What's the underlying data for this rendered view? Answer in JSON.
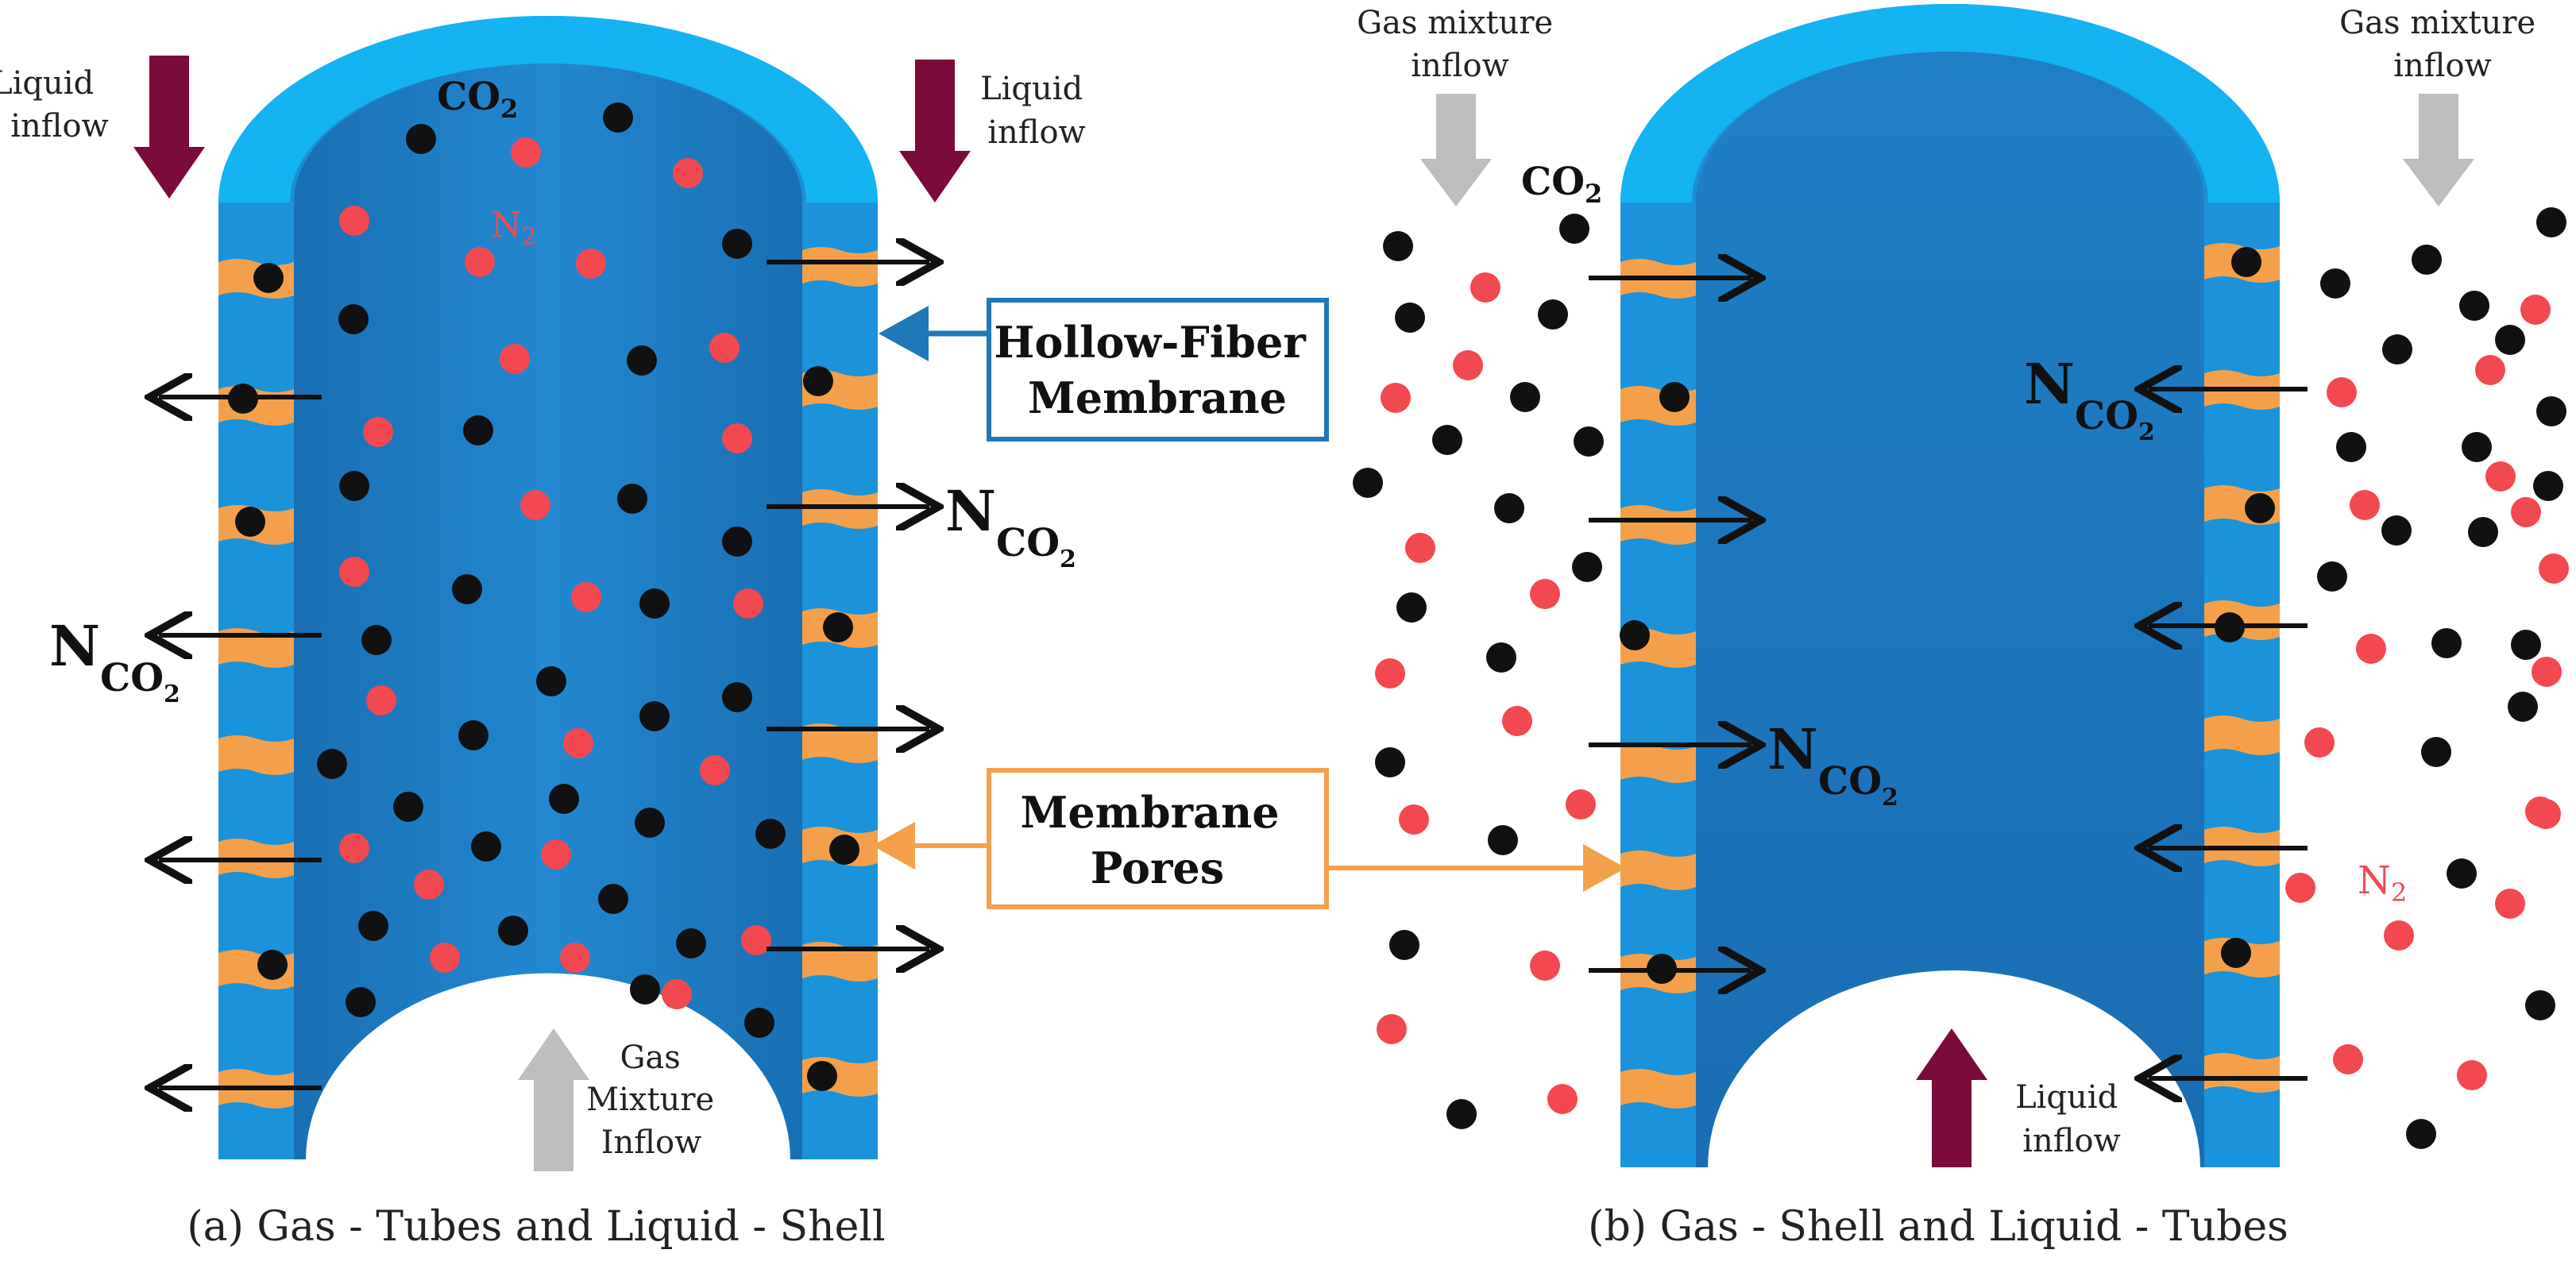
{
  "colors": {
    "shell_light": "#14b3f2",
    "shell_mid": "#1a8fd6",
    "lumen": "#1f7fc4",
    "pore": "#f4a04a",
    "liquid_arrow": "#7b0b3a",
    "gas_arrow": "#bdbdbd",
    "co2_dot": "#111111",
    "n2_dot": "#f2484f",
    "blue_callout": "#1f78b8",
    "orange_callout": "#f5a04a"
  },
  "panel_a": {
    "caption": "(a) Gas - Tubes and Liquid - Shell",
    "liquid_left": [
      "Liquid",
      "inflow"
    ],
    "liquid_right": [
      "Liquid",
      "inflow"
    ],
    "gas_inflow": [
      "Gas",
      "Mixture",
      "Inflow"
    ],
    "co2_label": {
      "main": "CO",
      "sub": "2"
    },
    "n2_label": {
      "main": "N",
      "sub": "2"
    },
    "flux_right": {
      "main": "N",
      "sub": "CO",
      "subsub": "2"
    },
    "flux_left": {
      "main": "N",
      "sub": "CO",
      "subsub": "2"
    }
  },
  "panel_b": {
    "caption": "(b) Gas - Shell and Liquid - Tubes",
    "gas_left": [
      "Gas mixture",
      "inflow"
    ],
    "gas_right": [
      "Gas mixture",
      "inflow"
    ],
    "liquid_bottom": [
      "Liquid",
      "inflow"
    ],
    "co2_label": {
      "main": "CO",
      "sub": "2"
    },
    "n2_label": {
      "main": "N",
      "sub": "2"
    },
    "flux_center": {
      "main": "N",
      "sub": "CO",
      "subsub": "2"
    },
    "flux_right": {
      "main": "N",
      "sub": "CO",
      "subsub": "2"
    }
  },
  "callouts": {
    "membrane": [
      "Hollow-Fiber",
      "Membrane"
    ],
    "pores": [
      "Membrane",
      "Pores"
    ]
  }
}
